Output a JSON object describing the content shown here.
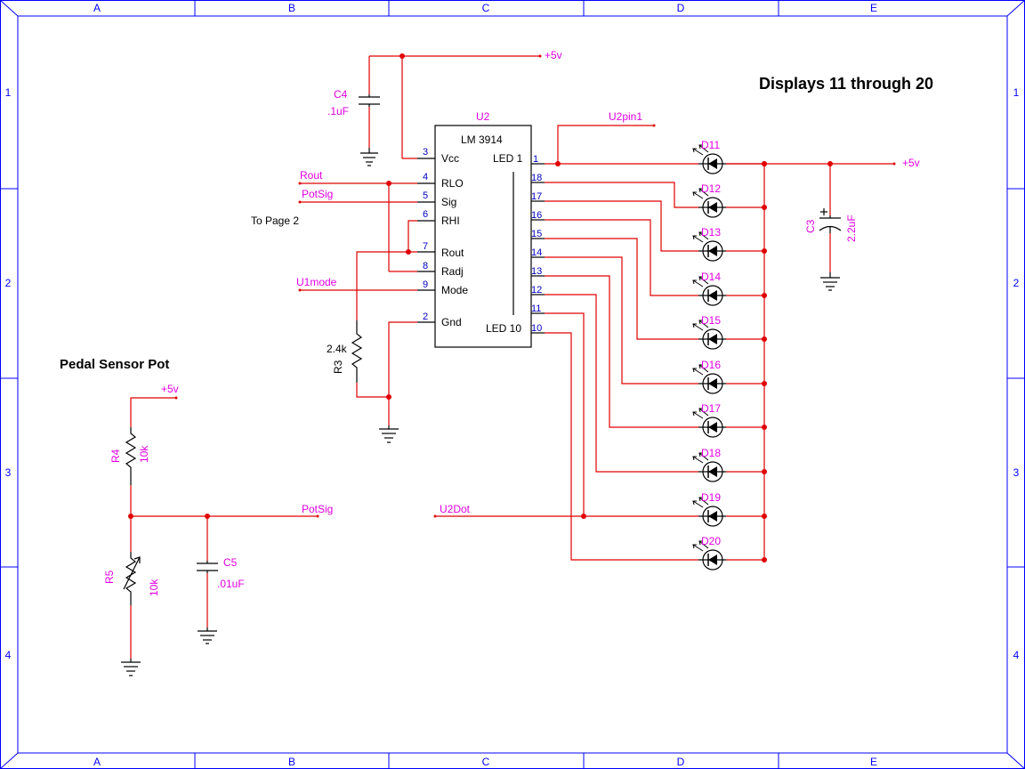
{
  "title": "Displays 11 through 20",
  "pedal_title": "Pedal Sensor Pot",
  "note": "To Page 2",
  "border": {
    "columns": [
      "A",
      "B",
      "C",
      "D",
      "E"
    ],
    "rows": [
      "1",
      "2",
      "3",
      "4"
    ]
  },
  "ic": {
    "ref": "U2",
    "part": "LM 3914",
    "led1_label": "LED 1",
    "led10_label": "LED 10",
    "left_pins": [
      {
        "num": "3",
        "name": "Vcc"
      },
      {
        "num": "4",
        "name": "RLO"
      },
      {
        "num": "5",
        "name": "Sig"
      },
      {
        "num": "6",
        "name": "RHI"
      },
      {
        "num": "7",
        "name": "Rout"
      },
      {
        "num": "8",
        "name": "Radj"
      },
      {
        "num": "9",
        "name": "Mode"
      },
      {
        "num": "2",
        "name": "Gnd"
      }
    ],
    "right_pins": [
      "1",
      "18",
      "17",
      "16",
      "15",
      "14",
      "13",
      "12",
      "11",
      "10"
    ]
  },
  "leds": [
    "D11",
    "D12",
    "D13",
    "D14",
    "D15",
    "D16",
    "D17",
    "D18",
    "D19",
    "D20"
  ],
  "nets": {
    "vcc_top": "+5v",
    "vcc_right": "+5v",
    "vcc_pot": "+5v",
    "rout": "Rout",
    "potsig_left": "PotSig",
    "u1mode": "U1mode",
    "u2pin1": "U2pin1",
    "u2dot": "U2Dot",
    "potsig_bottom": "PotSig"
  },
  "components": {
    "c4": {
      "ref": "C4",
      "value": ".1uF"
    },
    "c3": {
      "ref": "C3",
      "value": "2.2uF"
    },
    "r3": {
      "ref": "R3",
      "value": "2.4k"
    },
    "r4": {
      "ref": "R4",
      "value": "10k"
    },
    "r5": {
      "ref": "R5",
      "value": "10k"
    },
    "c5": {
      "ref": "C5",
      "value": ".01uF"
    }
  }
}
